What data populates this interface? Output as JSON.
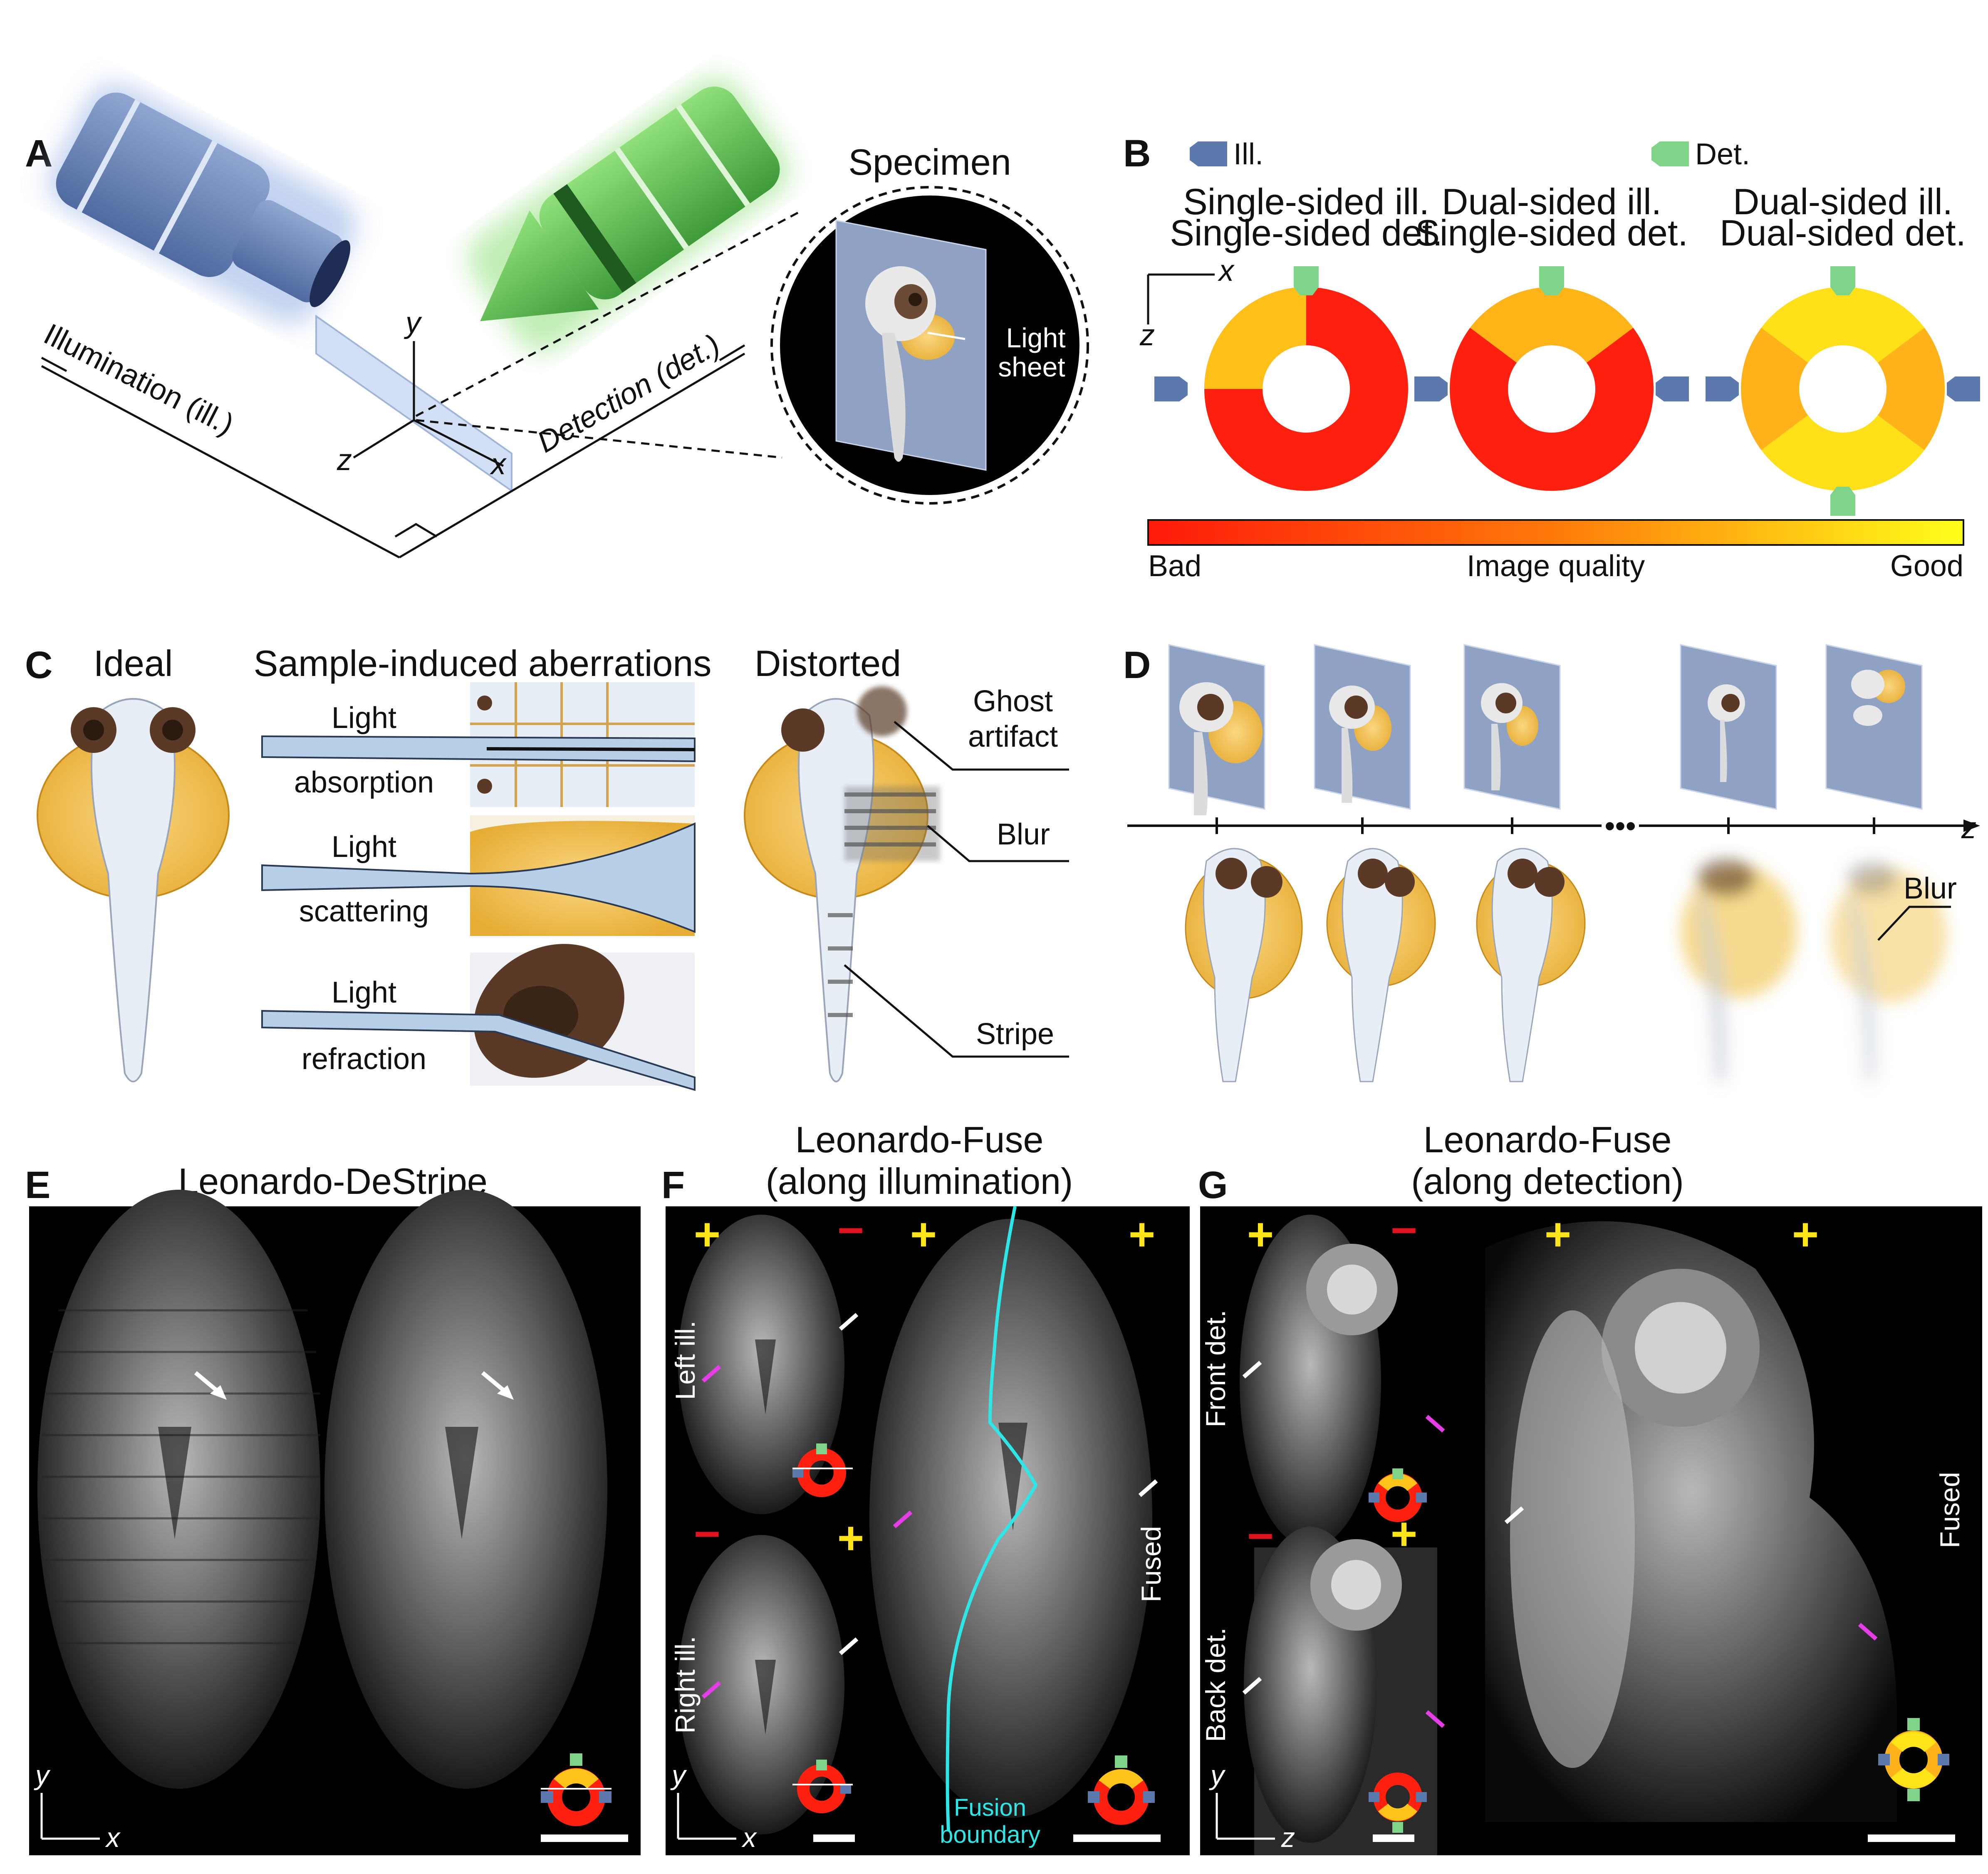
{
  "panel_letters": {
    "a": "A",
    "b": "B",
    "c": "C",
    "d": "D",
    "e": "E",
    "f": "F",
    "g": "G"
  },
  "panelA": {
    "specimen_title": "Specimen",
    "light_sheet": [
      "Light",
      "sheet"
    ],
    "illumination_label": "Illumination (ill.)",
    "detection_label": "Detection (det.)",
    "axes": {
      "x": "x",
      "y": "y",
      "z": "z"
    }
  },
  "panelB": {
    "legend_ill": "Ill.",
    "legend_det": "Det.",
    "configs": [
      {
        "line1": "Single-sided ill.",
        "line2": "Single-sided det."
      },
      {
        "line1": "Dual-sided ill.",
        "line2": "Single-sided det."
      },
      {
        "line1": "Dual-sided ill.",
        "line2": "Dual-sided det."
      }
    ],
    "axes": {
      "x": "x",
      "z": "z"
    },
    "colorbar": {
      "left": "Bad",
      "center": "Image quality",
      "right": "Good",
      "from": "#ff1a0a",
      "to": "#ffff1a"
    }
  },
  "panelC": {
    "ideal": "Ideal",
    "aberrations": "Sample-induced aberrations",
    "distorted": "Distorted",
    "rows": [
      {
        "line1": "Light",
        "line2": "absorption"
      },
      {
        "line1": "Light",
        "line2": "scattering"
      },
      {
        "line1": "Light",
        "line2": "refraction"
      }
    ],
    "callouts": {
      "ghost1": "Ghost",
      "ghost2": "artifact",
      "blur": "Blur",
      "stripe": "Stripe"
    }
  },
  "panelD": {
    "z_axis": "z",
    "ellipsis": "•••",
    "blur": "Blur"
  },
  "panelE": {
    "title": "Leonardo-DeStripe",
    "axes": {
      "x": "x",
      "y": "y"
    }
  },
  "panelF": {
    "title1": "Leonardo-Fuse",
    "title2": "(along illumination)",
    "left_ill": "Left ill.",
    "right_ill": "Right ill.",
    "fused": "Fused",
    "fusion1": "Fusion",
    "fusion2": "boundary",
    "plus": "+",
    "minus": "−",
    "axes": {
      "x": "x",
      "y": "y"
    }
  },
  "panelG": {
    "title1": "Leonardo-Fuse",
    "title2": "(along detection)",
    "front_det": "Front det.",
    "back_det": "Back det.",
    "fused": "Fused",
    "plus": "+",
    "minus": "−",
    "axes": {
      "y": "y",
      "z": "z"
    }
  },
  "colors": {
    "illumination": "#5b79ad",
    "detection": "#7fd48a",
    "fusion_line": "#2ee6e6",
    "plus": "#ffe41a",
    "minus": "#e0141e",
    "arrow_magenta": "#e63ee6"
  }
}
